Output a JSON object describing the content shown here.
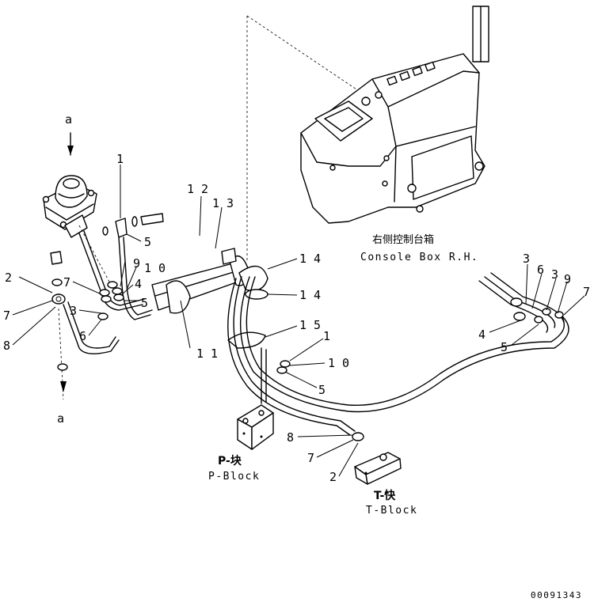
{
  "callouts": {
    "n1a": "1",
    "n5a": "5",
    "n9a": "9",
    "n10a": "1 0",
    "n4a": "4",
    "n5b": "5",
    "n3a": "3",
    "n7a": "7",
    "n2a": "2",
    "n7b": "7",
    "n8a": "8",
    "n6a": "6",
    "n12": "1 2",
    "n13": "1 3",
    "n11": "1 1",
    "n14a": "1 4",
    "n14b": "1 4",
    "n15": "1 5",
    "n1b": "1",
    "n10b": "1 0",
    "n5c": "5",
    "n3b": "3",
    "n6b": "6",
    "n3c": "3",
    "n9b": "9",
    "n7c": "7",
    "n4b": "4",
    "n5d": "5",
    "n8b": "8",
    "n7d": "7",
    "n2b": "2",
    "a_top": "a",
    "a_bottom": "a"
  },
  "captions": {
    "console_cn": "右侧控制台箱",
    "console_en": "Console Box R.H.",
    "pblock_cn": "P-块",
    "pblock_en": "P-Block",
    "tblock_cn": "T-快",
    "tblock_en": "T-Block"
  },
  "drawing_code": "00091343"
}
